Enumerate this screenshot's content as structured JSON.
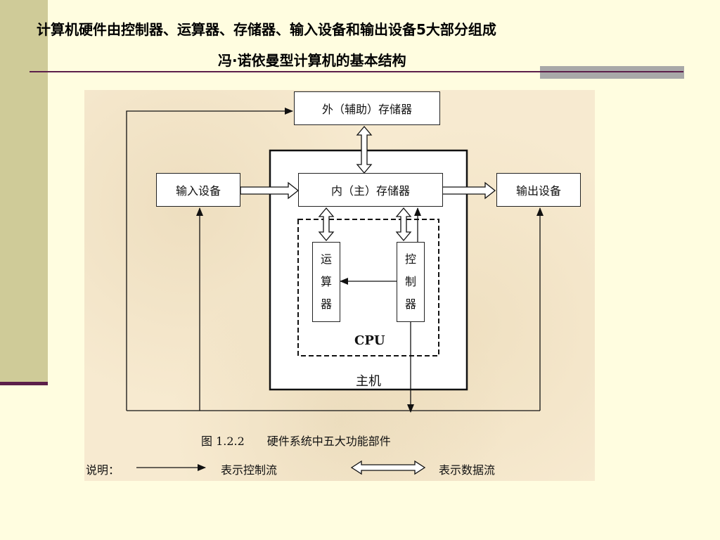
{
  "slide": {
    "title_line1": "计算机硬件由控制器、运算器、存储器、输入设备和输出设备5大部分组成",
    "title_line2": "冯·诺依曼型计算机的基本结构"
  },
  "diagram": {
    "external_storage": "外（辅助）存储器",
    "main_memory": "内（主）存储器",
    "input_device": "输入设备",
    "output_device": "输出设备",
    "alu_chars": [
      "运",
      "算",
      "器"
    ],
    "controller_chars": [
      "控",
      "制",
      "器"
    ],
    "cpu_label": "CPU",
    "host_label": "主机",
    "caption": "图 1.2.2　　硬件系统中五大功能部件",
    "legend_title": "说明：",
    "legend_control": "表示控制流",
    "legend_data": "表示数据流"
  },
  "colors": {
    "background": "#fffde0",
    "side_band": "#cfcb98",
    "rule": "#5c1f4a",
    "figure_bg": "#f7ead0"
  }
}
